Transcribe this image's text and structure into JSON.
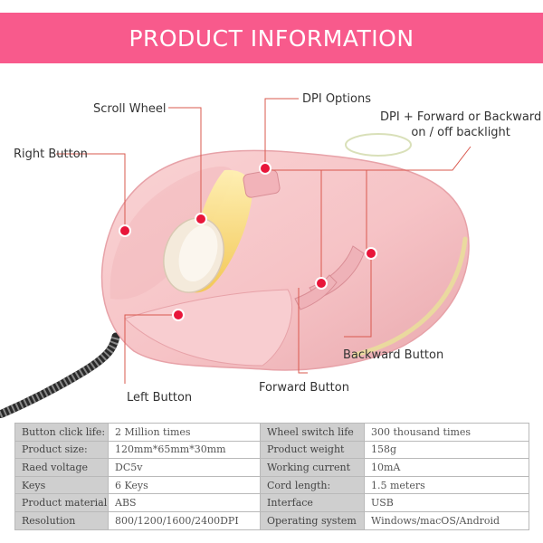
{
  "banner": {
    "title": "PRODUCT INFORMATION"
  },
  "callouts": {
    "scroll_wheel": "Scroll Wheel",
    "dpi_options": "DPI Options",
    "dpi_combo_line1": "DPI  + Forward or Backward",
    "dpi_combo_line2": "on / off backlight",
    "right_button": "Right Button",
    "backward_button": "Backward Button",
    "forward_button": "Forward Button",
    "left_button": "Left Button"
  },
  "colors": {
    "banner": "#f85a8c",
    "marker": "#e8163a",
    "leader": "#d9584e",
    "mouse_body": "#f6c3c6",
    "backlight": "#f4dd66",
    "table_key_bg": "#cfcfcf"
  },
  "specs": {
    "rows": [
      [
        "Button click life:",
        "2 Million times",
        "Wheel switch life",
        "300 thousand times"
      ],
      [
        "Product size:",
        "120mm*65mm*30mm",
        "Product weight",
        "158g"
      ],
      [
        "Raed voltage",
        "DC5v",
        "Working current",
        "10mA"
      ],
      [
        "Keys",
        "6 Keys",
        "Cord length:",
        "1.5 meters"
      ],
      [
        "Product material",
        "ABS",
        "Interface",
        "USB"
      ],
      [
        "Resolution",
        "800/1200/1600/2400DPI",
        "Operating system",
        "Windows/macOS/Android"
      ]
    ]
  }
}
